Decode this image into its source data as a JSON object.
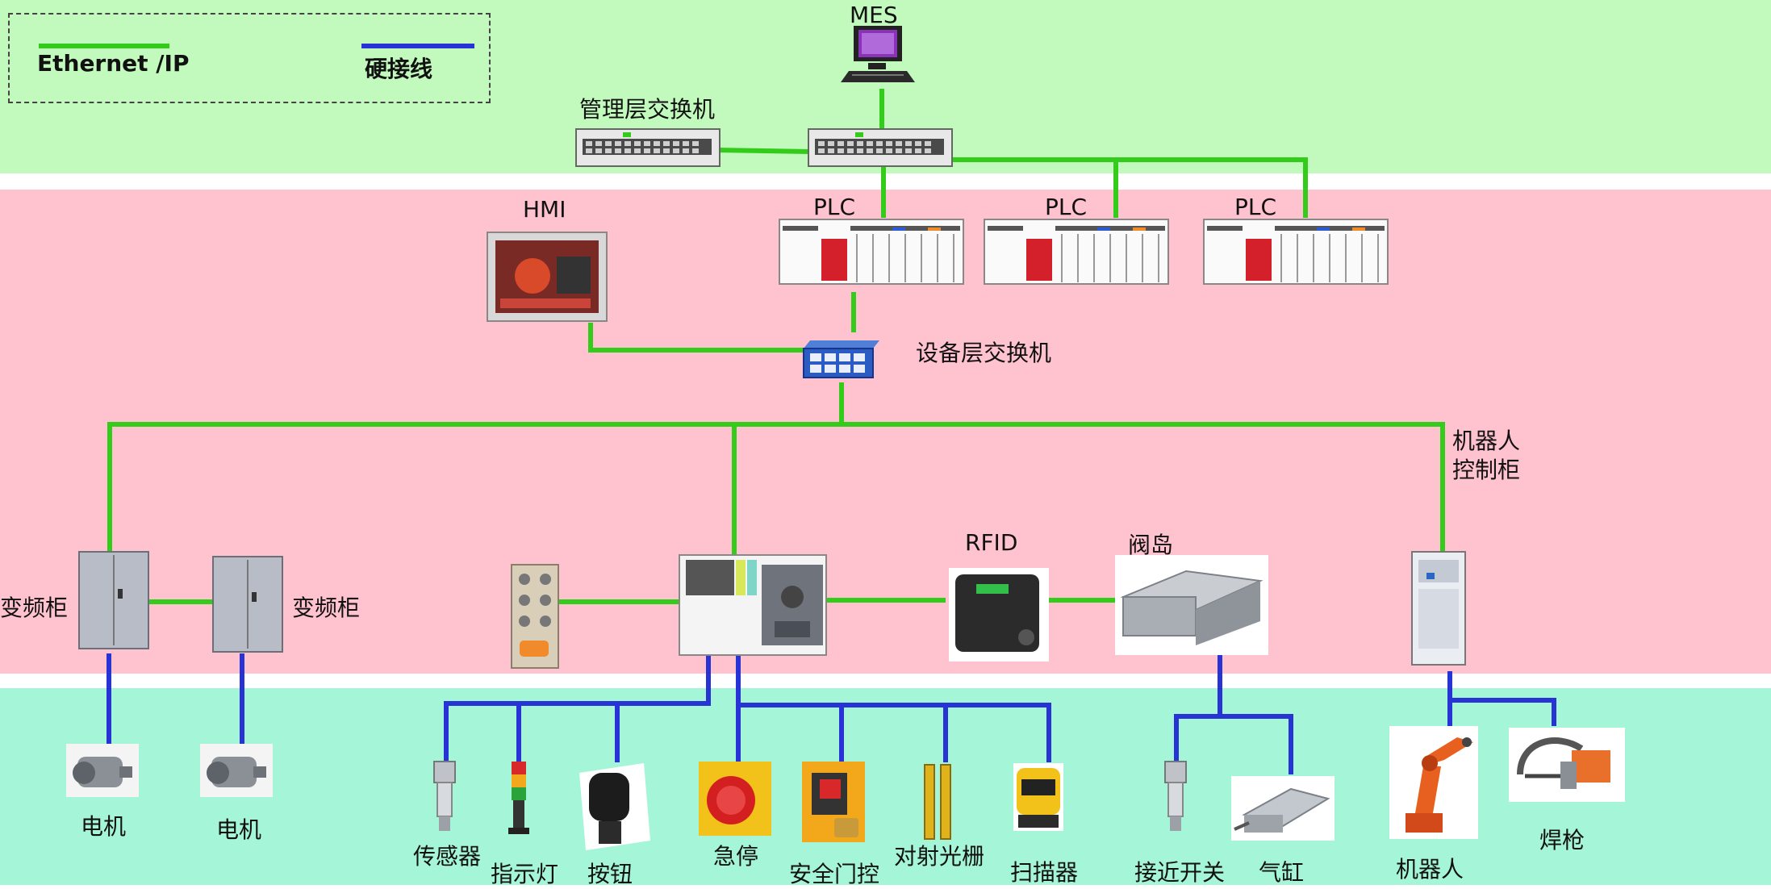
{
  "legend": {
    "ethernet_label": "Ethernet /IP",
    "hardwire_label": "硬接线",
    "ethernet_color": "#33cc1a",
    "hardwire_color": "#2833d6"
  },
  "colors": {
    "management_band": "#c2f9bd",
    "control_band": "#ffc2cf",
    "field_band": "#a5f5d8"
  },
  "labels": {
    "mes": "MES",
    "mgmt_switch": "管理层交换机",
    "hmi": "HMI",
    "plc1": "PLC",
    "plc2": "PLC",
    "plc3": "PLC",
    "device_switch": "设备层交换机",
    "robot_cabinet_line1": "机器人",
    "robot_cabinet_line2": "控制柜",
    "vfd_left": "变频柜",
    "vfd_right": "变频柜",
    "rfid": "RFID",
    "valve_island": "阀岛",
    "motor1": "电机",
    "motor2": "电机",
    "sensor": "传感器",
    "indicator": "指示灯",
    "button": "按钮",
    "estop": "急停",
    "door_interlock": "安全门控",
    "light_curtain": "对射光栅",
    "scanner": "扫描器",
    "proximity": "接近开关",
    "cylinder": "气缸",
    "robot": "机器人",
    "welding_gun": "焊枪"
  }
}
